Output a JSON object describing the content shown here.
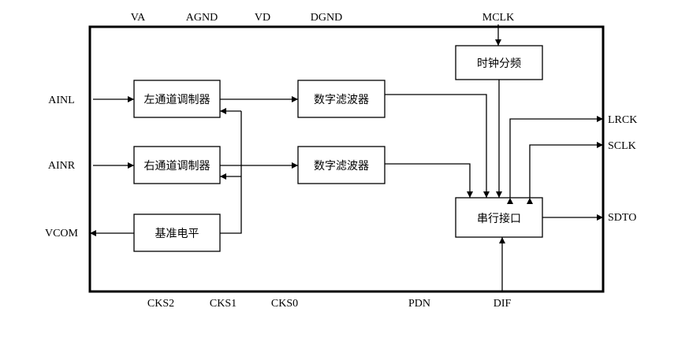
{
  "blocks": {
    "left_modulator": "左通道调制器",
    "right_modulator": "右通道调制器",
    "reference": "基准电平",
    "filter_left": "数字滤波器",
    "filter_right": "数字滤波器",
    "clock_divider": "时钟分频",
    "serial_interface": "串行接口"
  },
  "pins": {
    "top": [
      "VA",
      "AGND",
      "VD",
      "DGND",
      "MCLK"
    ],
    "left": [
      "AINL",
      "AINR",
      "VCOM"
    ],
    "right": [
      "LRCK",
      "SCLK",
      "SDTO"
    ],
    "bottom": [
      "CKS2",
      "CKS1",
      "CKS0",
      "PDN",
      "DIF"
    ]
  }
}
